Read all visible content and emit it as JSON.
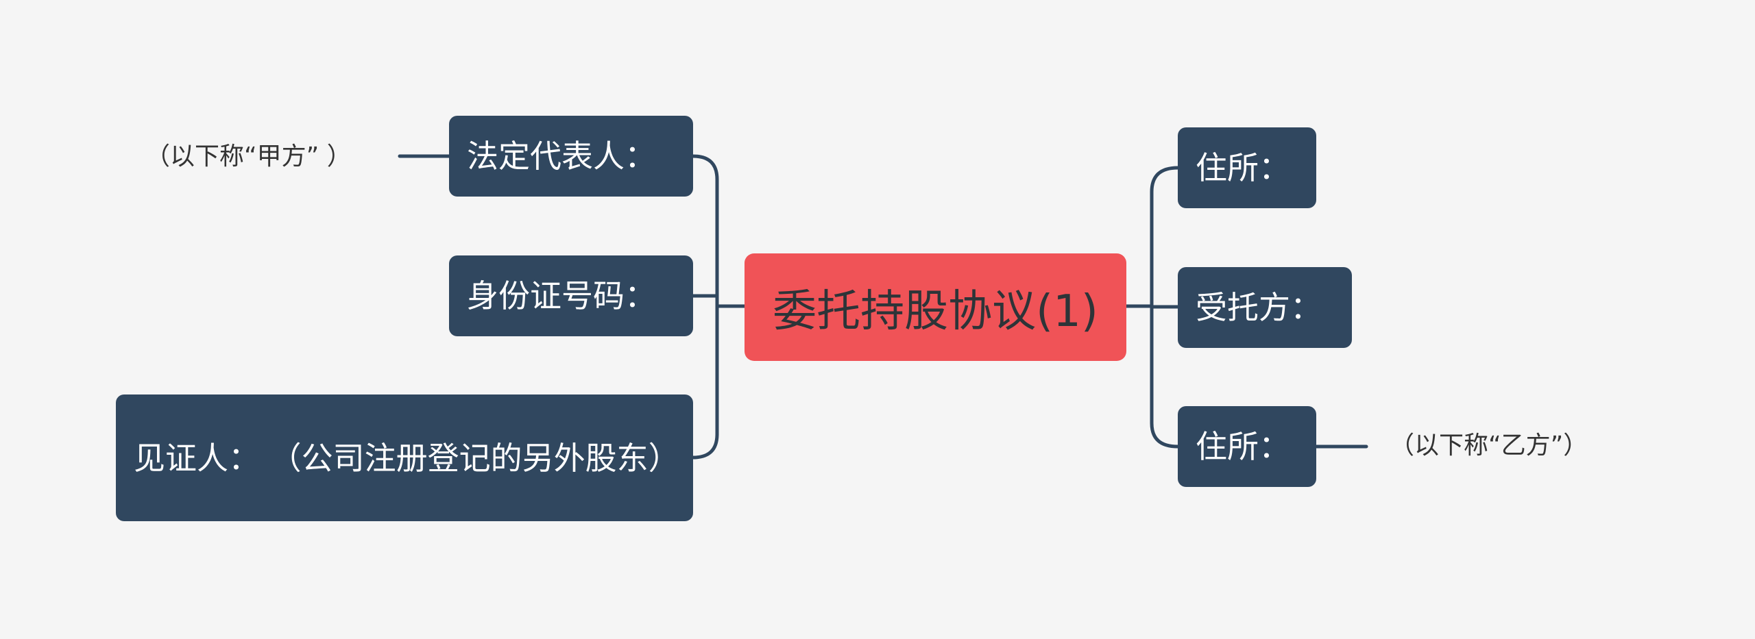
{
  "root": {
    "label": "委托持股协议(1)"
  },
  "left": [
    {
      "label": "法定代表人：",
      "note": "（以下称“甲方”  ）"
    },
    {
      "label": "身份证号码："
    },
    {
      "label": "见证人：  （公司注册登记的另外股东）"
    }
  ],
  "right": [
    {
      "label": "住所："
    },
    {
      "label": "受托方："
    },
    {
      "label": "住所：",
      "note": "（以下称“乙方”）"
    }
  ],
  "colors": {
    "background": "#f5f5f5",
    "root_fill": "#f05357",
    "node_fill": "#30475f",
    "connector": "#30475f"
  }
}
